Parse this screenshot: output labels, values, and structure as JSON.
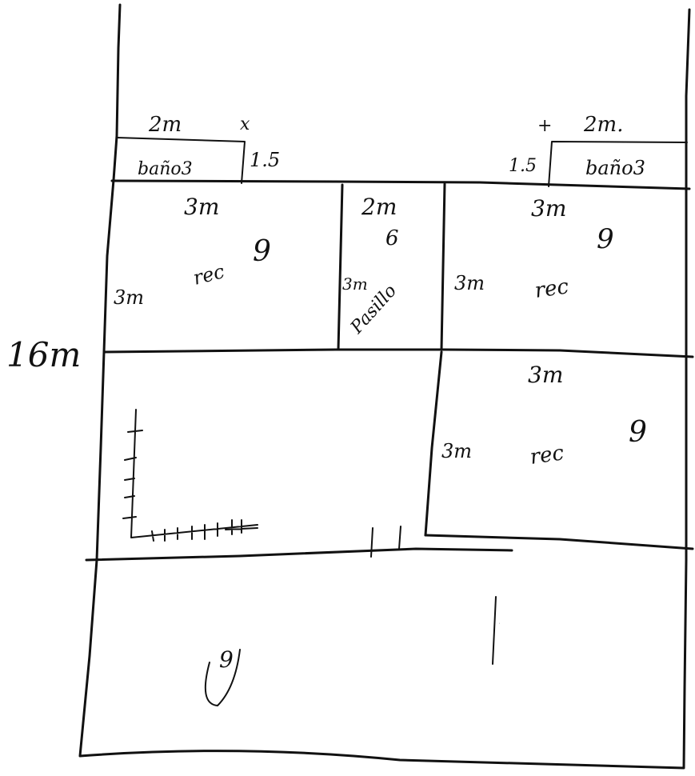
{
  "plan": {
    "total_height_label": "16m",
    "bath_left": {
      "name": "baño3",
      "width_label": "2m",
      "depth_label": "1.5",
      "mark": "x"
    },
    "bath_right": {
      "name": "baño3",
      "width_label": "2m.",
      "depth_label": "1.5",
      "mark": "+"
    },
    "room_top_left": {
      "name": "rec",
      "width_label": "3m",
      "depth_label": "3m",
      "area_label": "9"
    },
    "corridor": {
      "name": "Pasillo",
      "width_label": "2m",
      "depth_label": "3m",
      "area_label": "6"
    },
    "room_top_right": {
      "name": "rec",
      "width_label": "3m",
      "depth_label": "3m",
      "area_label": "9"
    },
    "room_bottom_right": {
      "name": "rec",
      "width_label": "3m",
      "depth_label": "3m",
      "area_label": "9"
    },
    "bottom_zone": {
      "left_mark": "9",
      "right_mark": "l"
    }
  }
}
